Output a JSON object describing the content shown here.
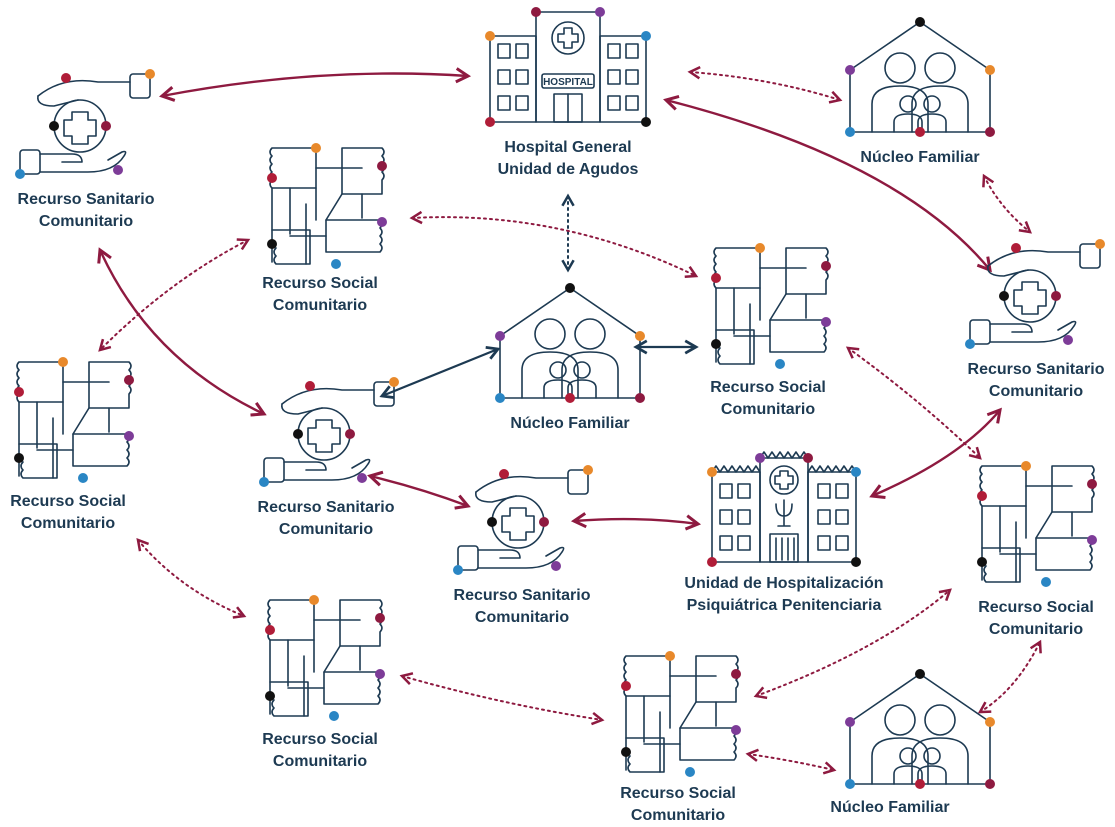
{
  "colors": {
    "navy": "#1d3a52",
    "maroon": "#8e1a40",
    "red": "#b01d38",
    "orange": "#e8892b",
    "purple": "#7d3c98",
    "blue": "#2a86c4",
    "black": "#111111"
  },
  "icons": {
    "hospital": "hospital-building-icon",
    "family": "family-house-icon",
    "health": "hands-medical-cross-icon",
    "social": "interlocked-hands-icon",
    "psychiatric": "psychiatric-prison-hospital-icon"
  },
  "hospital_sign": "HOSPITAL",
  "nodes": {
    "hospital_general": {
      "line1": "Hospital General",
      "line2": "Unidad de Agudos"
    },
    "nucleo_top": {
      "line1": "Núcleo Familiar"
    },
    "nucleo_center": {
      "line1": "Núcleo Familiar"
    },
    "nucleo_bottom": {
      "line1": "Núcleo Familiar"
    },
    "sanitario_topleft": {
      "line1": "Recurso Sanitario",
      "line2": "Comunitario"
    },
    "sanitario_right": {
      "line1": "Recurso Sanitario",
      "line2": "Comunitario"
    },
    "sanitario_midleft": {
      "line1": "Recurso Sanitario",
      "line2": "Comunitario"
    },
    "sanitario_center": {
      "line1": "Recurso Sanitario",
      "line2": "Comunitario"
    },
    "social_topcenter": {
      "line1": "Recurso Social",
      "line2": "Comunitario"
    },
    "social_left": {
      "line1": "Recurso Social",
      "line2": "Comunitario"
    },
    "social_center": {
      "line1": "Recurso Social",
      "line2": "Comunitario"
    },
    "social_right": {
      "line1": "Recurso Social",
      "line2": "Comunitario"
    },
    "social_bottomleft": {
      "line1": "Recurso Social",
      "line2": "Comunitario"
    },
    "social_bottomcenter": {
      "line1": "Recurso Social",
      "line2": "Comunitario"
    },
    "psiquiatrica": {
      "line1": "Unidad de Hospitalización",
      "line2": "Psiquiátrica Penitenciaria"
    }
  }
}
